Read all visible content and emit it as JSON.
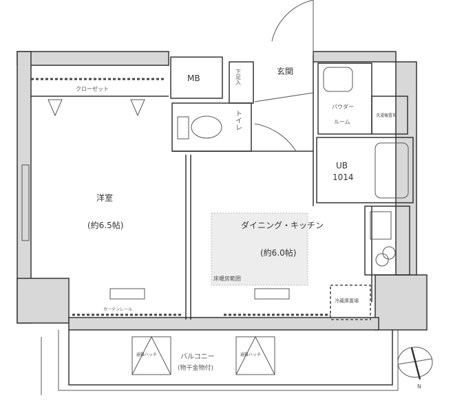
{
  "rooms": {
    "mb": "MB",
    "genkan": "玄関",
    "shoe_storage": "下足入",
    "toilet": "トイレ",
    "closet": "クローゼット",
    "western_room": "洋室",
    "western_room_size": "(約6.5帖)",
    "dining_kitchen": "ダイニング・キッチン",
    "dining_kitchen_size": "(約6.0帖)",
    "floor_heating": "床暖房範囲",
    "powder_room_1": "パウダー",
    "powder_room_2": "ルーム",
    "laundry": "洗濯機置場",
    "unit_bath_1": "UB",
    "unit_bath_2": "1014",
    "fridge": "冷蔵庫置場",
    "balcony": "バルコニー",
    "balcony_note": "(物干金物付)",
    "hatch_1": "避難ハッチ",
    "hatch_2": "避難ハッチ",
    "curtain_rail": "カーテンレール"
  },
  "compass": {
    "north": "N"
  },
  "colors": {
    "wall": "#d8d8d8",
    "line": "#333333",
    "heating": "#ededed"
  }
}
